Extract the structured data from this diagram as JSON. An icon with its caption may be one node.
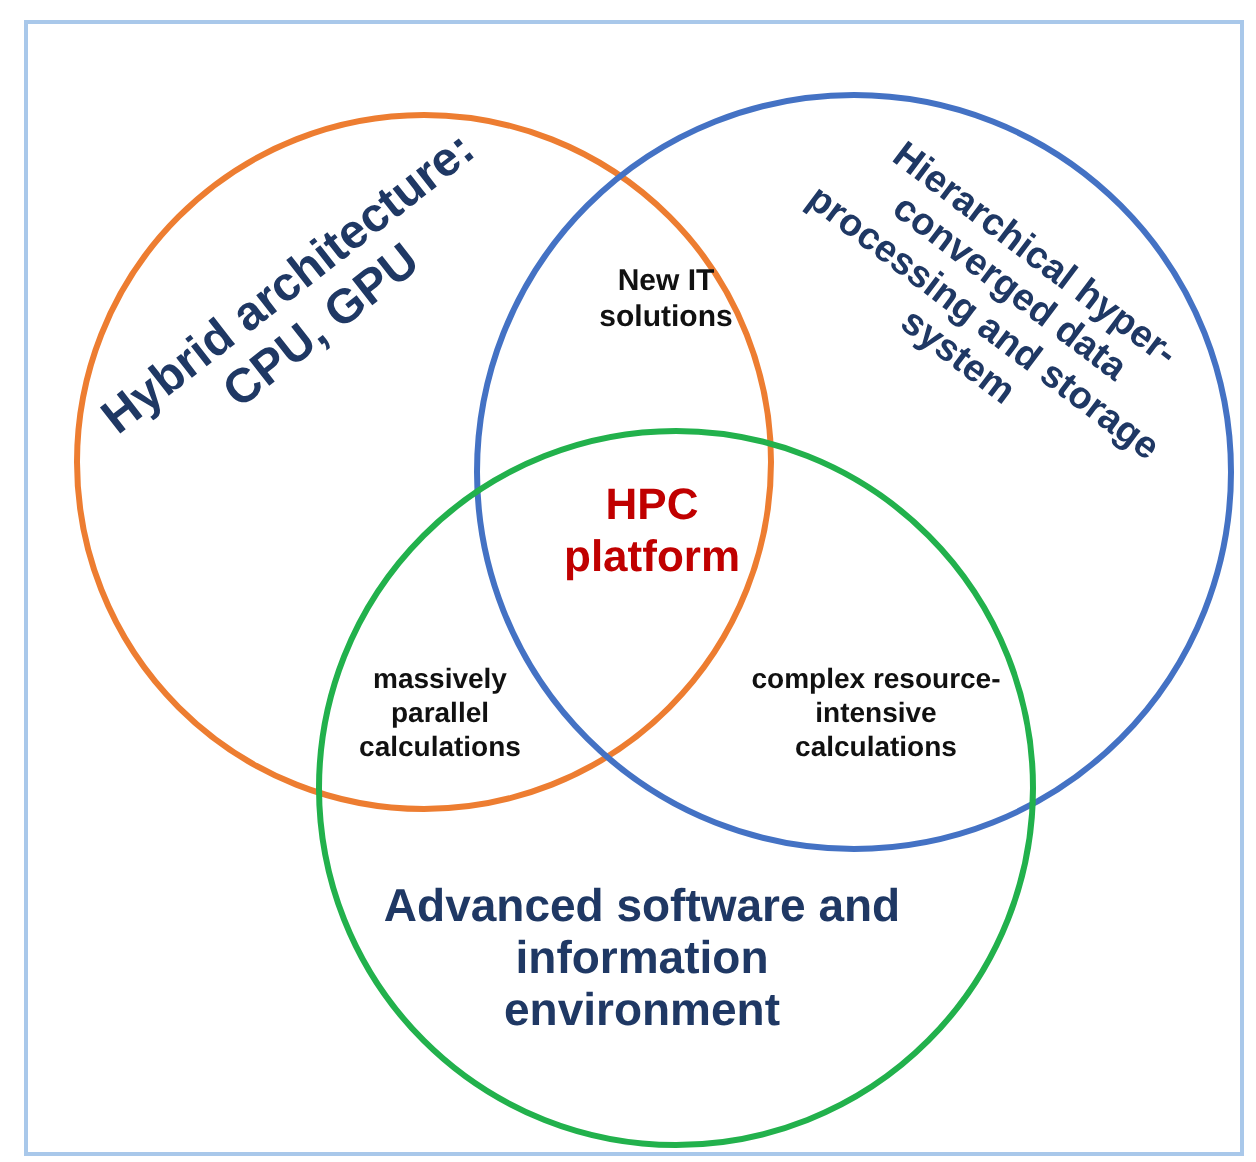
{
  "diagram": {
    "nodes": [
      {
        "text": [
          "Hybrid architecture: CPU, GPU"
        ]
      },
      {
        "text": [
          "Hierarchical hyper-converged data processing and storage system"
        ]
      },
      {
        "text": [
          "Advanced software and information environment"
        ]
      }
    ],
    "labels": [
      "New IT solutions",
      "HPC platform",
      "massively parallel calculations",
      "complex resource-intensive calculations"
    ]
  }
}
